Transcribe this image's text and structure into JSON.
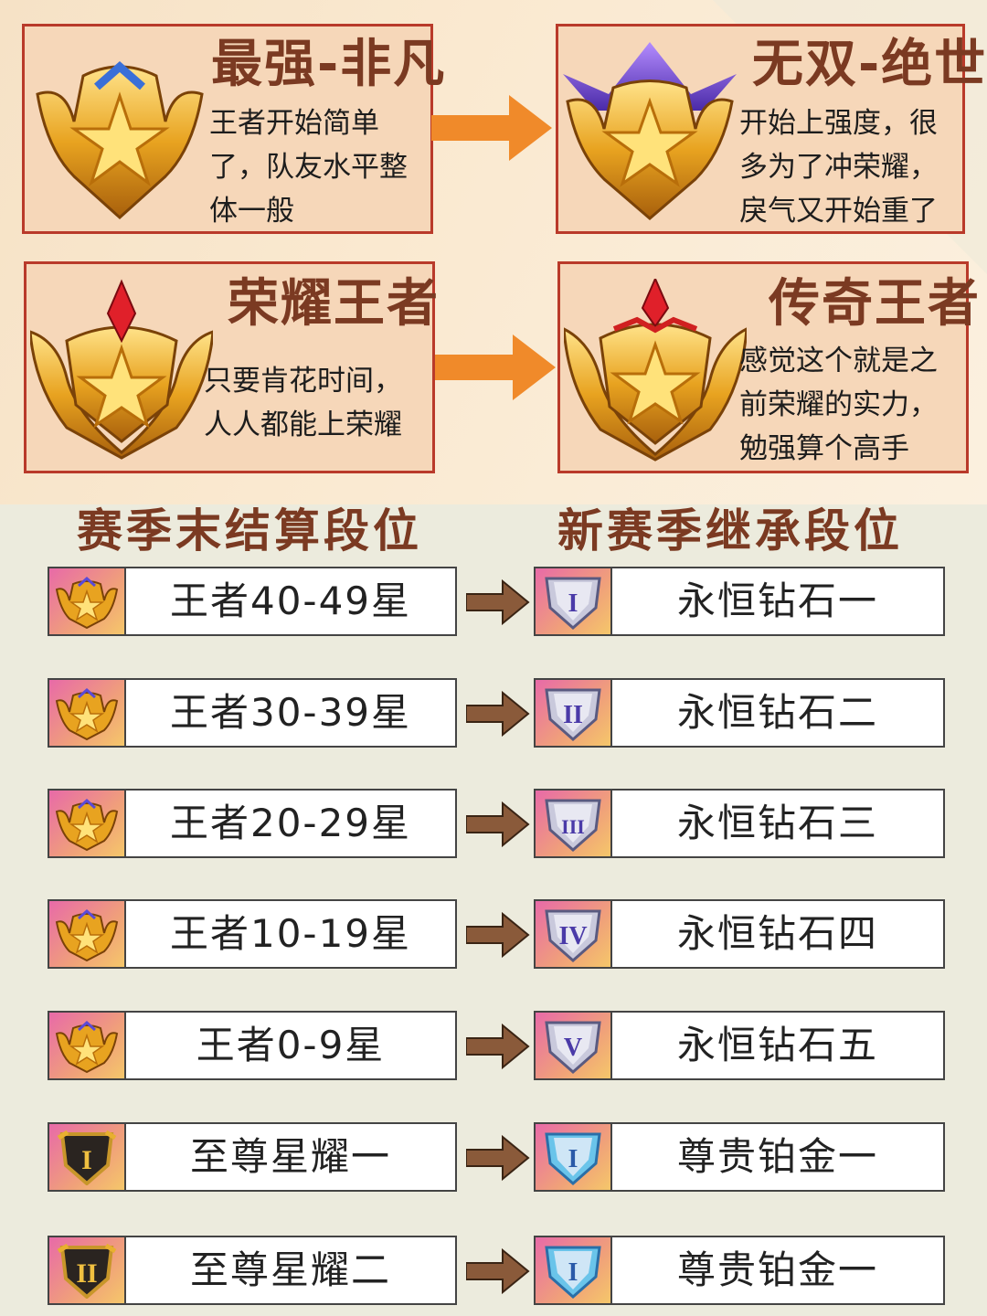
{
  "ranks_top": [
    {
      "title": "最强-非凡",
      "desc": "王者开始简单\n了，队友水平整\n体一般",
      "emblem": "gold-shield-blue-chevron-icon"
    },
    {
      "title": "无双-绝世",
      "desc": "开始上强度，很\n多为了冲荣耀，\n戾气又开始重了",
      "emblem": "gold-shield-purple-crown-icon"
    },
    {
      "title": "荣耀王者",
      "desc": "只要肯花时间，\n人人都能上荣耀",
      "emblem": "gold-winged-red-gem-icon"
    },
    {
      "title": "传奇王者",
      "desc": "感觉这个就是之\n前荣耀的实力，\n勉强算个高手",
      "emblem": "gold-winged-red-crown-icon"
    }
  ],
  "headings": {
    "left": "赛季末结算段位",
    "right": "新赛季继承段位"
  },
  "rows": [
    {
      "from": "王者40-49星",
      "to": "永恒钻石一",
      "from_icon": "king-gold-shield-icon",
      "to_icon": "diamond-silver-shield-icon",
      "numeral": "I"
    },
    {
      "from": "王者30-39星",
      "to": "永恒钻石二",
      "from_icon": "king-gold-shield-icon",
      "to_icon": "diamond-silver-shield-icon",
      "numeral": "II"
    },
    {
      "from": "王者20-29星",
      "to": "永恒钻石三",
      "from_icon": "king-gold-shield-icon",
      "to_icon": "diamond-silver-shield-icon",
      "numeral": "III"
    },
    {
      "from": "王者10-19星",
      "to": "永恒钻石四",
      "from_icon": "king-gold-shield-icon",
      "to_icon": "diamond-silver-shield-icon",
      "numeral": "IV"
    },
    {
      "from": "王者0-9星",
      "to": "永恒钻石五",
      "from_icon": "king-gold-shield-icon",
      "to_icon": "diamond-silver-shield-icon",
      "numeral": "V"
    },
    {
      "from": "至尊星耀一",
      "to": "尊贵铂金一",
      "from_icon": "starshine-dark-shield-icon",
      "to_icon": "platinum-blue-shield-icon",
      "numeral": "I",
      "from_numeral": "I"
    },
    {
      "from": "至尊星耀二",
      "to": "尊贵铂金一",
      "from_icon": "starshine-dark-shield-icon",
      "to_icon": "platinum-blue-shield-icon",
      "numeral": "I",
      "from_numeral": "II"
    }
  ],
  "colors": {
    "card_bg": "#f6d7b9",
    "card_border": "#b93a2a",
    "title": "#7b3a22",
    "arrow_orange": "#f08a2a",
    "arrow_brown": "#8a5a3a"
  }
}
